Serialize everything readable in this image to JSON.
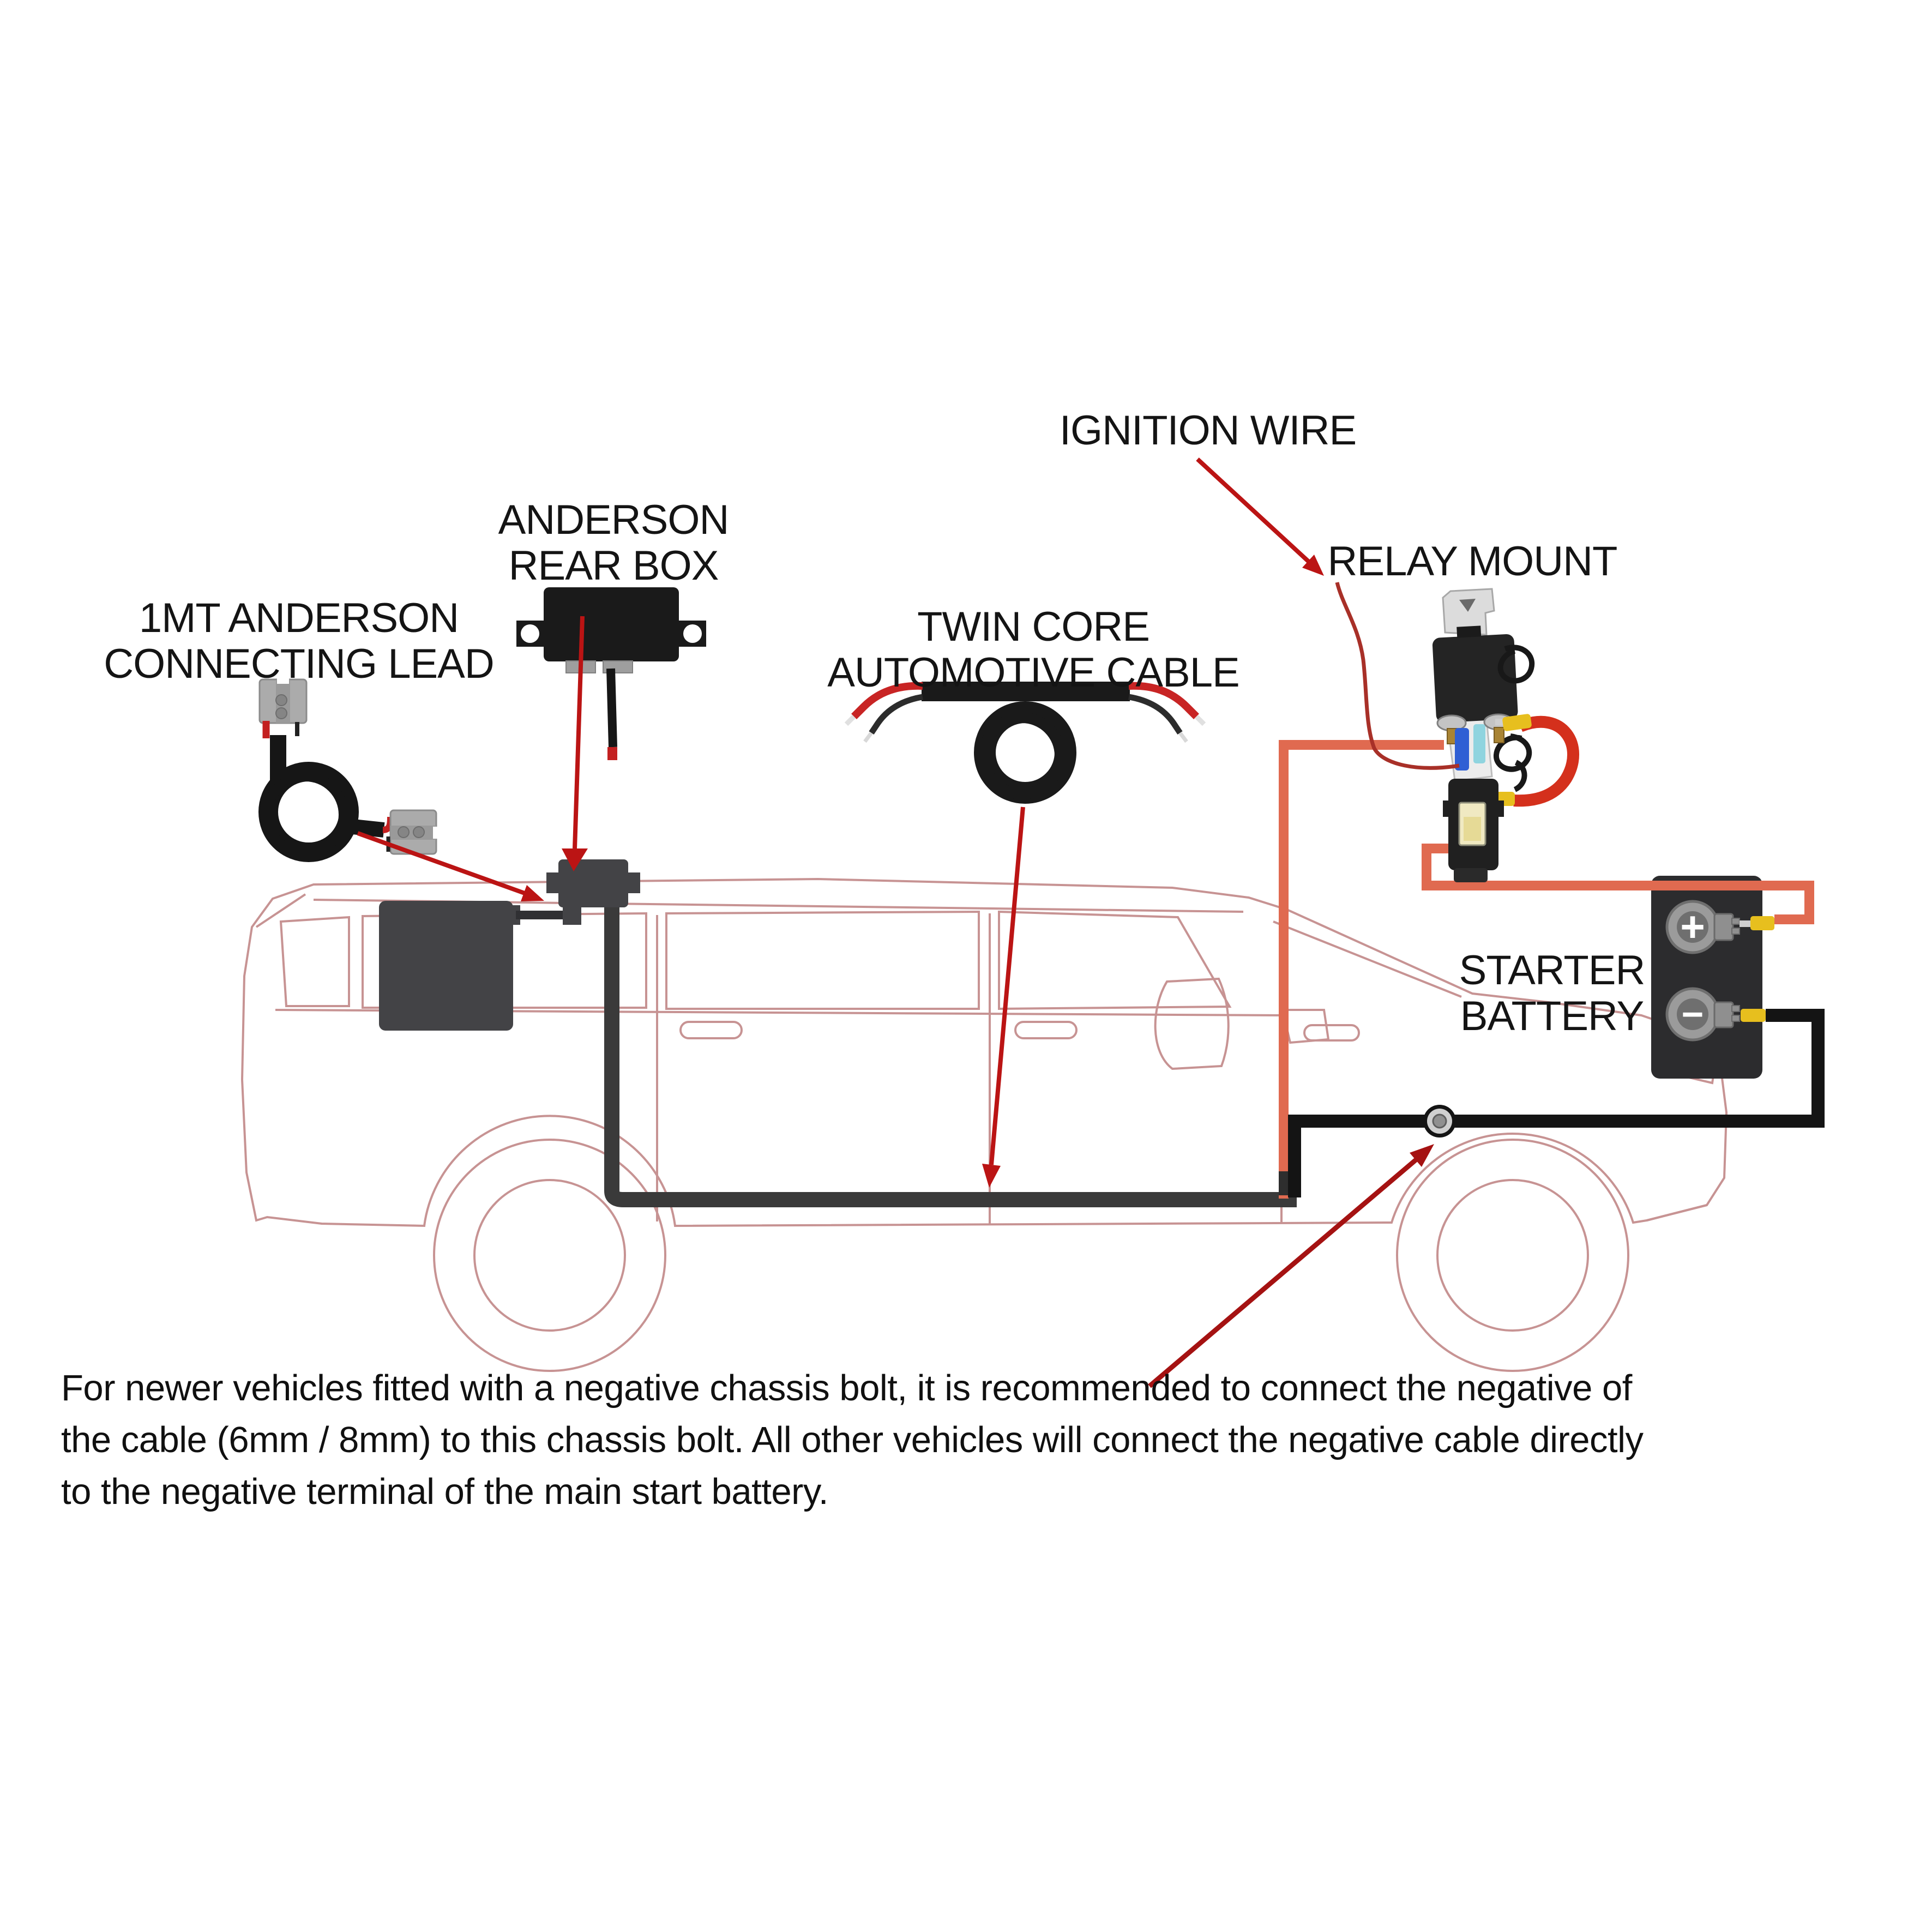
{
  "labels": {
    "ignition_wire": "IGNITION WIRE",
    "anderson_rear_box": "ANDERSON\nREAR BOX",
    "connecting_lead": "1MT ANDERSON\nCONNECTING LEAD",
    "twin_core": "TWIN CORE\nAUTOMOTIVE CABLE",
    "relay_mount": "RELAY MOUNT",
    "starter_battery": "STARTER\nBATTERY"
  },
  "battery": {
    "positive_symbol": "+",
    "negative_symbol": "−"
  },
  "note": {
    "text": "For newer vehicles fitted with a negative chassis bolt, it is recommended to connect the negative of\nthe cable (6mm / 8mm) to this chassis bolt. All other vehicles will connect the negative cable directly\nto the negative terminal of the main start battery."
  },
  "colors": {
    "pointer_arrow_red": "#bb1414",
    "ignition_wire_red": "#a83028",
    "positive_wire_salmon": "#e06a50",
    "negative_wire_black": "#141414",
    "jumper_cable_red": "#d4301c",
    "crimp_yellow": "#e7bf1e",
    "crimp_blue": "#2f5fd4",
    "crimp_cyan": "#8fd4df",
    "car_outline_pink": "#c79393",
    "component_dark_gray": "#434346",
    "product_black": "#1a1a1a",
    "label_text": "#141414"
  }
}
